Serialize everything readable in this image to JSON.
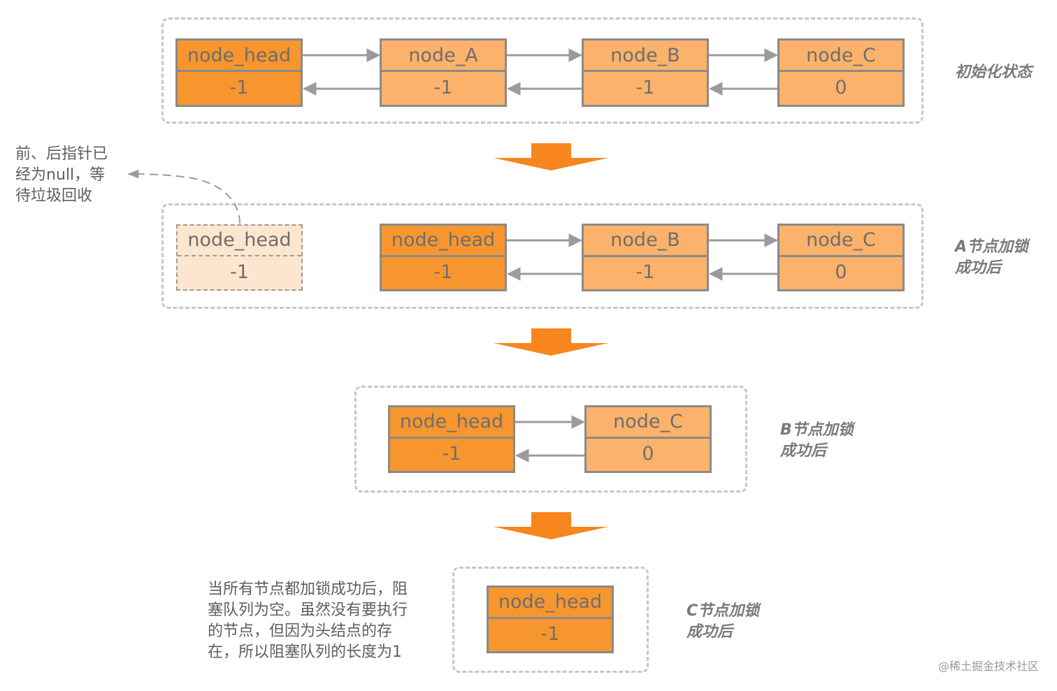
{
  "colors": {
    "node_dark": "#f7962e",
    "node_light": "#fcb26a",
    "node_ghost": "#fde6cf",
    "node_border": "#8a8a8a",
    "arrow_gray": "#9b9b9b",
    "transition_arrow": "#f7861e"
  },
  "stages": [
    {
      "label_lines": [
        "初始化状态"
      ],
      "nodes": [
        {
          "name": "node_head",
          "value": "-1"
        },
        {
          "name": "node_A",
          "value": "-1"
        },
        {
          "name": "node_B",
          "value": "-1"
        },
        {
          "name": "node_C",
          "value": "0"
        }
      ]
    },
    {
      "label_lines": [
        "A节点加锁",
        "成功后"
      ],
      "released_node": {
        "name": "node_head",
        "value": "-1"
      },
      "nodes": [
        {
          "name": "node_head",
          "value": "-1"
        },
        {
          "name": "node_B",
          "value": "-1"
        },
        {
          "name": "node_C",
          "value": "0"
        }
      ]
    },
    {
      "label_lines": [
        "B节点加锁",
        "成功后"
      ],
      "nodes": [
        {
          "name": "node_head",
          "value": "-1"
        },
        {
          "name": "node_C",
          "value": "0"
        }
      ]
    },
    {
      "label_lines": [
        "C节点加锁",
        "成功后"
      ],
      "nodes": [
        {
          "name": "node_head",
          "value": "-1"
        }
      ]
    }
  ],
  "notes": {
    "gc_note": [
      "前、后指针已",
      "经为null，等",
      "待垃圾回收"
    ],
    "final_note": [
      "当所有节点都加锁成功后，阻",
      "塞队列为空。虽然没有要执行",
      "的节点，但因为头结点的存",
      "在，所以阻塞队列的长度为1"
    ]
  },
  "watermark": "@稀土掘金技术社区"
}
